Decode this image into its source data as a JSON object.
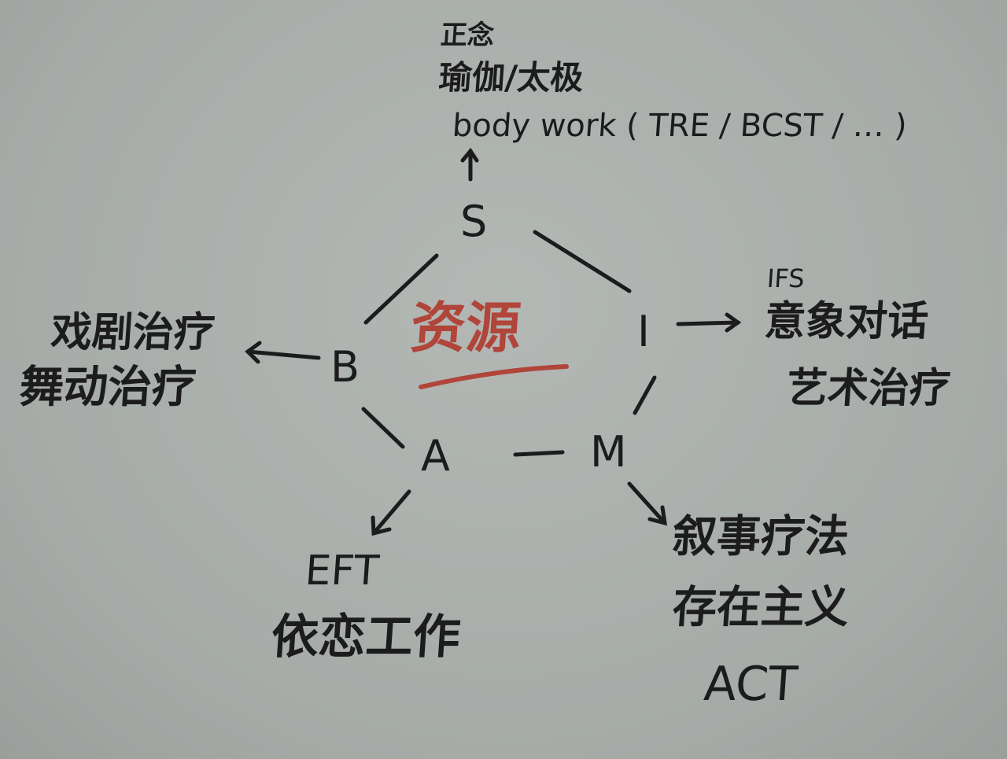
{
  "center": {
    "label": "资源",
    "color": "#b0453a"
  },
  "ink_color": "#1c1c1c",
  "nodes": {
    "S": "S",
    "I": "I",
    "B": "B",
    "A": "A",
    "M": "M"
  },
  "branches": {
    "S": [
      "正念",
      "瑜伽/太极",
      "body work ( TRE / BCST / … )"
    ],
    "I": [
      "IFS",
      "意象对话",
      "艺术治疗"
    ],
    "B": [
      "戏剧治疗",
      "舞动治疗"
    ],
    "A": [
      "EFT",
      "依恋工作"
    ],
    "M": [
      "叙事疗法",
      "存在主义",
      "ACT"
    ]
  }
}
